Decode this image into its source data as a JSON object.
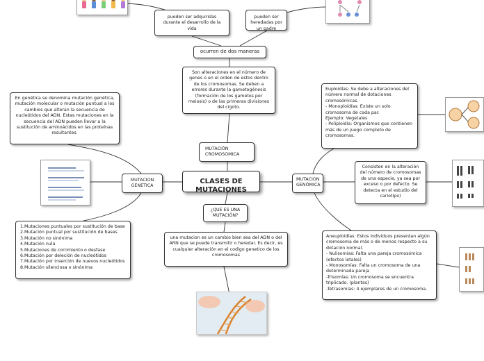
{
  "center": "CLASES DE MUTACIONES",
  "mutacion_genetica": {
    "label": "MUTACION\nGENETICA",
    "definition": "En genética se denomina mutación genética, mutación molecular o mutación puntual a los cambios que alteran la secuencia de nucleótidos del ADN. Estas mutaciones en la secuencia del ADN pueden llevar a la sustitución de aminoácidos en las proteínas resultantes.",
    "list": "1.Mutaciones puntuales por sustitución de base\n2.Mutación puntual por sustitución de bases\n3.Mutación no sinónima\n4.Mutación nula\n5.Mutaciones de corrimiento o desfase\n6.Mutación por deleción de nucleótidos\n7.Mutación por inserción de nuevos nucleótidos\n8.Mutación silenciosa o sinónima"
  },
  "mutacion_cromosomica": {
    "label": "MUTACIÓN\nCROMOSOMICA",
    "definition": "Son alteraciones en el número de genes o en el orden de estos dentro de los cromosomas. Se deben a errores durante la gametogénesis (formación de los gametos por meiosis) o de las primeras divisiones del cigoto.",
    "connector": "ocurren de dos maneras",
    "way1": "pueden ser adquiridas durante el desarrollo de la vida",
    "way2": "pueden ser heredadas por un padre"
  },
  "que_es": {
    "label": "¿QUE ES UNA\nMUTACIÓN?",
    "definition": "una mutacion es un cambio bien sea del ADN o del ARN que se puede transmitir o heredar. Es decir, es cualquier alteración en el codigo genetico de los cromosomas"
  },
  "mutacion_genomica": {
    "label": "MUTACION\nGENÓMICA",
    "euploidias": "Euploidías: Se debe a alteraciones del número normal de dotaciones cromosómicas.\n- Monoploidías: Existe un solo cromosoma de cada par.\nEjemplo: Vegetales\n- Poliploidía: Organismos que contienen más de un juego completo de cromosomas.",
    "definition": "Consisten en la alteración del número de cromosomas de una especie, ya sea por exceso o por defecto. Se detecta en el estudio del cariotipo)",
    "aneuploidias": "Aneuploidías: Estos individuos presentan algún cromosoma de más o de menos respecto a su dotación normal.\n- Nulisomías: Falta una pareja cromosómica (efectos letales)\n- Monosomías: Falta un cromosoma de una determinada pareja\n-Trisomías: Un cromosoma se encuentra triplicado. (plantas)\n-Tetrasomías: 4 ejemplares de un cromosoma."
  },
  "colors": {
    "border": "#333333",
    "line": "#333333",
    "dna": "#d9822b"
  }
}
